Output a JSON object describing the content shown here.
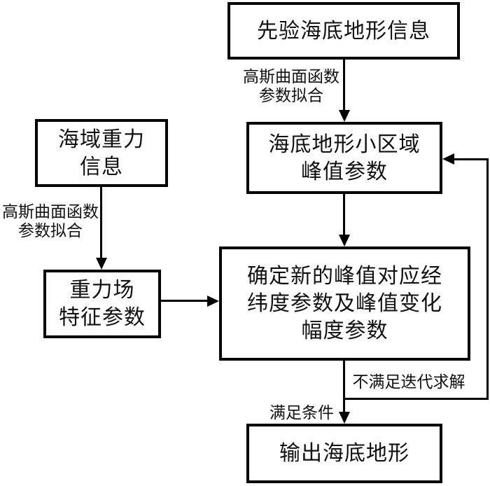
{
  "diagram": {
    "background": "#ffffff",
    "stroke_color": "#000000",
    "text_color": "#111111",
    "nodes": {
      "prior": {
        "lines": [
          "先验海底地形信息"
        ]
      },
      "peak": {
        "lines": [
          "海底地形小区域",
          "峰值参数"
        ]
      },
      "gravity": {
        "lines": [
          "海域重力",
          "信息"
        ]
      },
      "gravity_param": {
        "lines": [
          "重力场",
          "特征参数"
        ]
      },
      "determine": {
        "lines": [
          "确定新的峰值对应经",
          "纬度参数及峰值变化",
          "幅度参数"
        ]
      },
      "output": {
        "lines": [
          "输出海底地形"
        ]
      }
    },
    "edge_labels": {
      "gauss_top_line1": "高斯曲面函数",
      "gauss_top_line2": "参数拟合",
      "gauss_left_line1": "高斯曲面函数",
      "gauss_left_line2": "参数拟合",
      "not_satisfied": "不满足迭代求解",
      "satisfied": "满足条件"
    }
  }
}
